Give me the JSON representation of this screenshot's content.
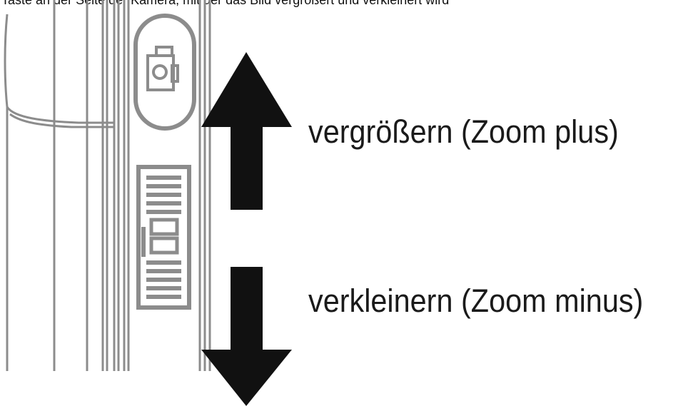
{
  "header": {
    "text": "Taste an der Seite der Kamera, mit der das Bild vergrößert und verkleinert wird"
  },
  "labels": {
    "zoom_in": "vergrößern (Zoom  plus)",
    "zoom_out": "verkleinern (Zoom  minus)"
  },
  "icons": {
    "shutter_button": "camera-button-icon",
    "zoom_slider": "zoom-rocker-icon",
    "arrow_up": "arrow-up-icon",
    "arrow_down": "arrow-down-icon"
  },
  "colors": {
    "line_art": "#8c8c8c",
    "arrow": "#111111",
    "text": "#1a1a1a"
  }
}
